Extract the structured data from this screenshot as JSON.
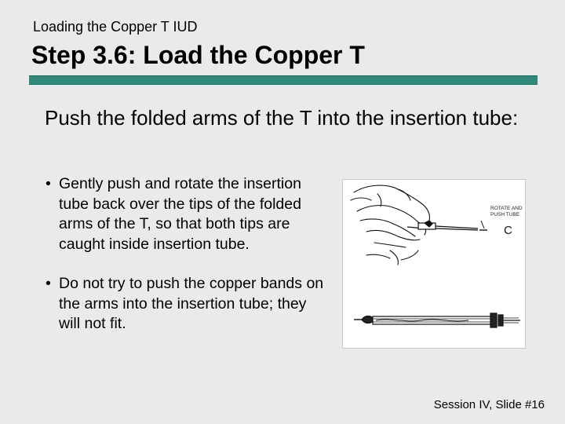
{
  "slide": {
    "supertitle": "Loading the Copper T IUD",
    "title": "Step 3.6: Load the Copper T",
    "lead": "Push the folded arms of the T into the insertion tube:",
    "bullets": [
      {
        "marker": "•",
        "text": "Gently push and rotate the insertion tube back over the tips of the folded arms of the T, so that both tips are caught inside insertion tube."
      },
      {
        "marker": "•",
        "text": "Do not try to push the copper bands on the arms into the insertion tube; they will not fit."
      }
    ],
    "figure": {
      "label_line1": "ROTATE AND",
      "label_line2": "PUSH TUBE",
      "callout": "C"
    },
    "footer": "Session IV, Slide #16"
  },
  "colors": {
    "background": "#eaeaea",
    "rule": "#2f8a7c"
  },
  "icons": {
    "bullet": "bullet-dot",
    "figure": "copper-t-loading-illustration"
  }
}
